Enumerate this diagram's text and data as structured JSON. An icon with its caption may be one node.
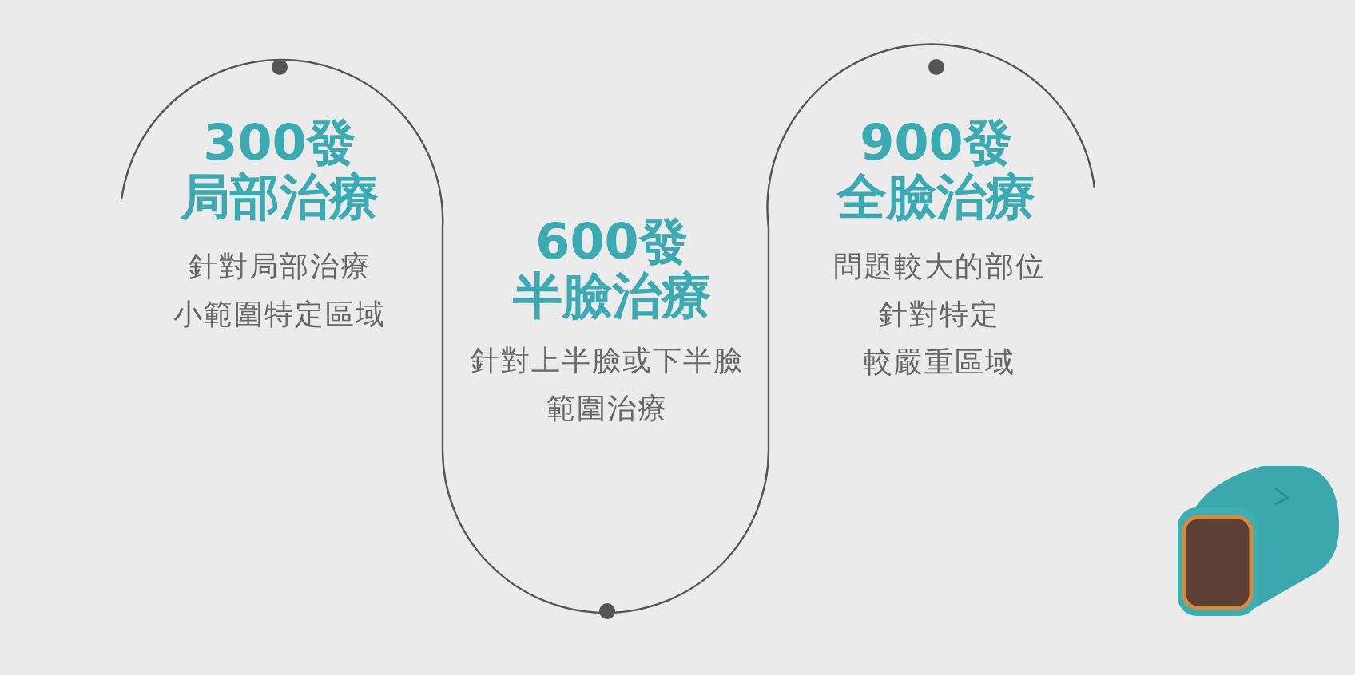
{
  "diagram": {
    "labels": [
      "300發",
      "局部治療",
      "針對局部治療小範圍特定區域",
      "600發",
      "半臉治療",
      "針對上半臉或下半臉範圍治療",
      "900發",
      "全臉治療",
      "問題較大的部位針對特定較嚴重區域"
    ]
  }
}
